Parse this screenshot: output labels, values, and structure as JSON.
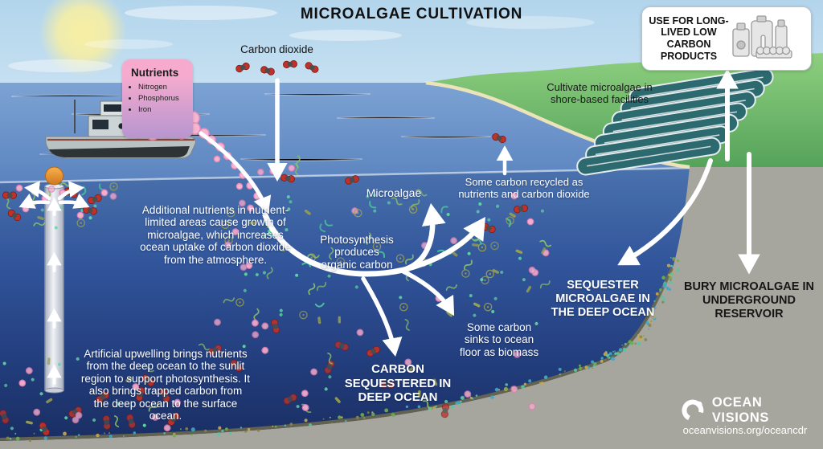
{
  "title": "MICROALGAE CULTIVATION",
  "brand": {
    "name": "OCEAN VISIONS",
    "url": "oceanvisions.org/oceancdr"
  },
  "boxes": {
    "products": {
      "label": "USE FOR LONG-LIVED LOW CARBON PRODUCTS",
      "icons": [
        "milk-jug-icon",
        "jug-icon",
        "bottle-icon",
        "egg-carton-icon"
      ]
    },
    "nutrients": {
      "title": "Nutrients",
      "items": [
        "Nitrogen",
        "Phosphorus",
        "Iron"
      ]
    }
  },
  "labels": {
    "carbon_dioxide": "Carbon dioxide",
    "cultivate": "Cultivate microalgae in shore-based facilities",
    "microalgae": "Microalgae",
    "recycled": "Some carbon recycled as nutrients and carbon dioxide",
    "additional_nutrients": "Additional nutrients in nutrient-limited areas cause growth of microalgae, which increases ocean uptake of carbon dioxide from the atmosphere.",
    "photosynthesis": "Photosynthesis produces organic carbon",
    "sequester": "SEQUESTER MICROALGAE IN THE DEEP OCEAN",
    "bury": "BURY MICROALGAE IN UNDERGROUND RESERVOIR",
    "upwelling": "Artificial upwelling brings nutrients from the deep ocean to the sunlit region to support photosynthesis. It also brings trapped carbon from the deep ocean to the surface ocean.",
    "sinks": "Some carbon sinks to ocean floor as biomass",
    "deep_sequestered": "CARBON SEQUESTERED IN DEEP OCEAN"
  },
  "colors": {
    "sky": "#c4def1",
    "surface_ocean": "#6b93c8",
    "deep_ocean": "#1c3166",
    "land_green": "#6ab667",
    "underground_gray": "#a7a69e",
    "nutrient_pink": "#f2aecd",
    "co2_red": "#c23128",
    "algae_green": "#8cc069",
    "arrow_white": "#ffffff"
  }
}
